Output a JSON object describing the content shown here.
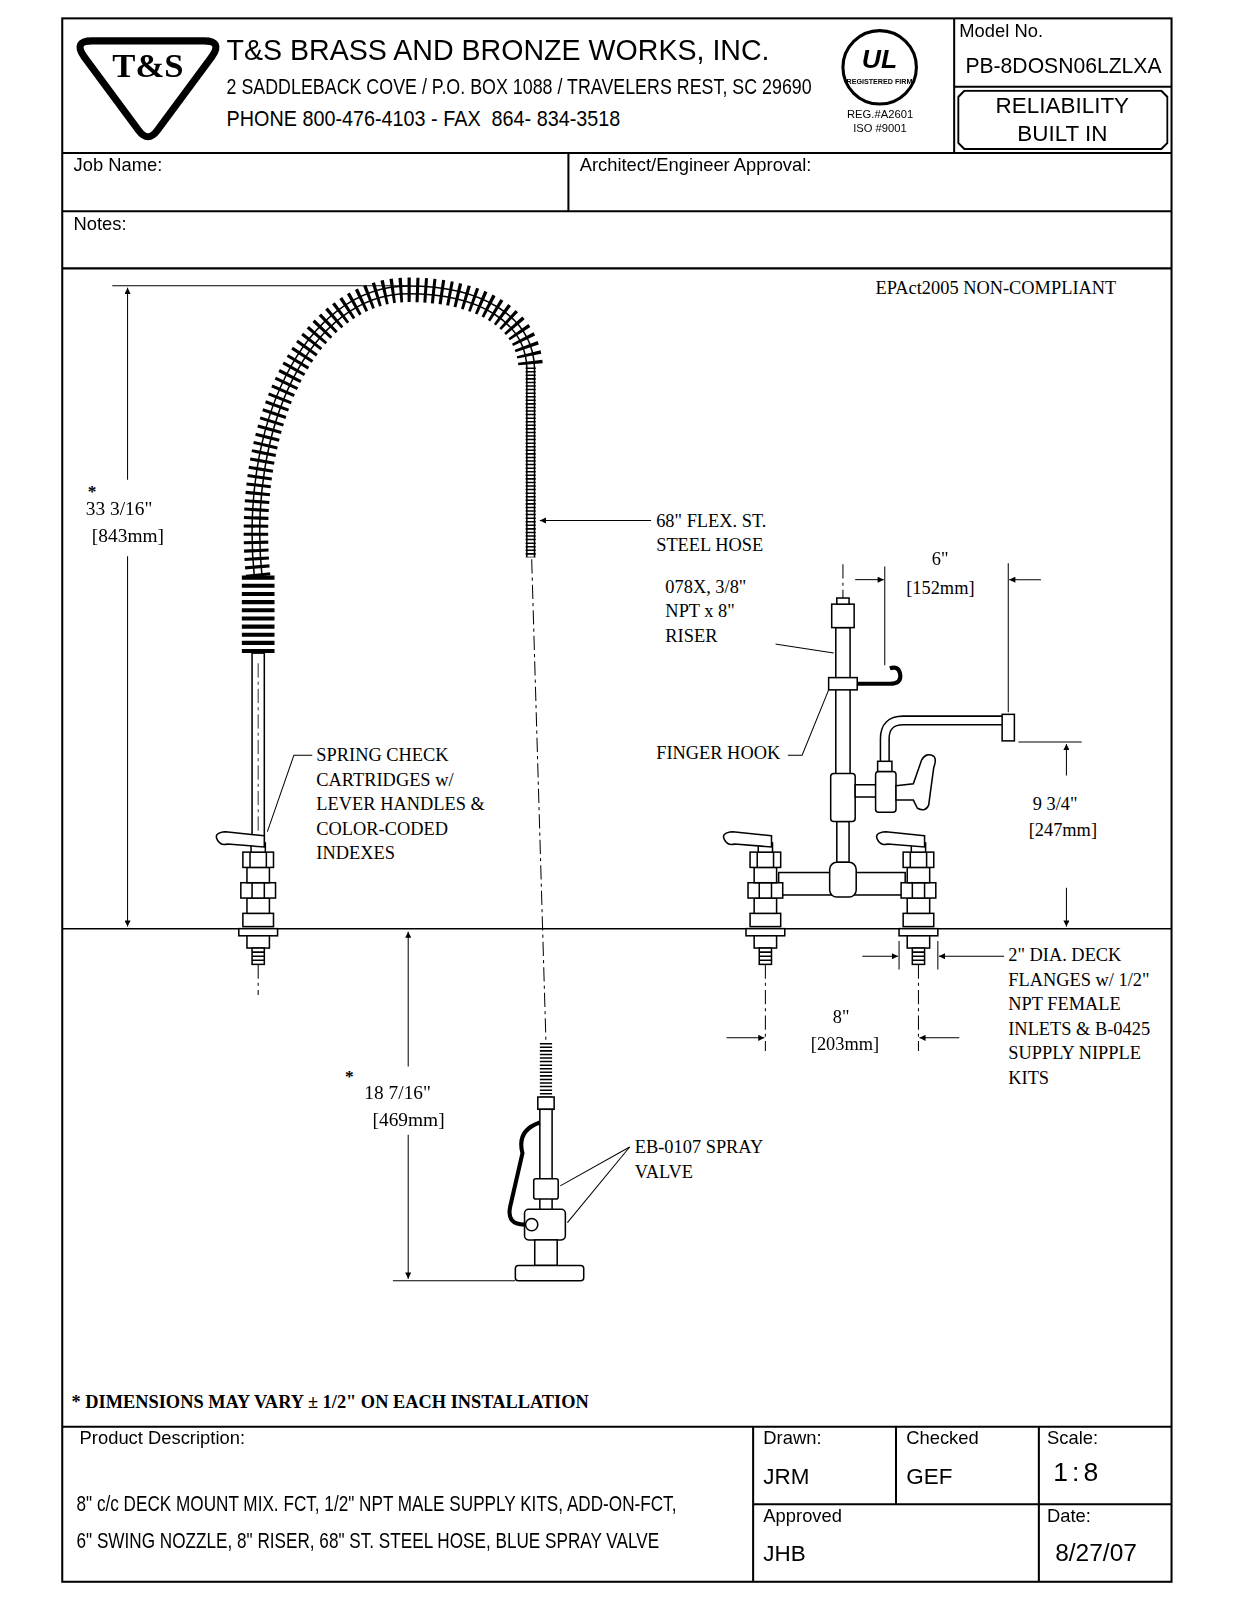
{
  "diagram": {
    "title": "T&S BRASS AND BRONZE WORKS, INC.",
    "nodes": [
      {
        "text": [
          "Model No.",
          "PB-8DOSN06LZLXA"
        ]
      },
      {
        "text": [
          "RELIABILITY BUILT IN"
        ]
      },
      {
        "text": [
          "Job Name:"
        ]
      },
      {
        "text": [
          "Architect/Engineer Approval:"
        ]
      },
      {
        "text": [
          "Notes:"
        ]
      },
      {
        "text": [
          "Product Description:",
          "8\" c/c DECK MOUNT MIX. FCT, 1/2\" NPT MALE SUPPLY KITS, ADD-ON-FCT, 6\" SWING NOZZLE, 8\" RISER, 68\" ST. STEEL HOSE, BLUE SPRAY VALVE"
        ]
      },
      {
        "text": [
          "Drawn:",
          "JRM"
        ]
      },
      {
        "text": [
          "Checked",
          "GEF"
        ]
      },
      {
        "text": [
          "Scale:",
          "1:8"
        ]
      },
      {
        "text": [
          "Approved",
          "JHB"
        ]
      },
      {
        "text": [
          "Date:",
          "8/27/07"
        ]
      }
    ],
    "labels": [
      "T&S",
      "2 SADDLEBACK COVE / P.O. BOX 1088 / TRAVELERS REST, SC 29690",
      "PHONE 800-476-4103 - FAX  864- 834-3518",
      "UL",
      "REGISTERED FIRM",
      "REG.#A2601",
      "ISO #9001",
      "EPAct2005 NON-COMPLIANT",
      "*",
      "33 3/16\"",
      "[843mm]",
      "68\" FLEX. ST. STEEL HOSE",
      "6\"",
      "[152mm]",
      "078X, 3/8\" NPT x 8\" RISER",
      "SPRING CHECK CARTRIDGES w/ LEVER HANDLES & COLOR-CODED INDEXES",
      "FINGER HOOK",
      "9 3/4\"",
      "[247mm]",
      "2\" DIA. DECK FLANGES w/ 1/2\" NPT FEMALE INLETS & B-0425 SUPPLY NIPPLE KITS",
      "8\"",
      "[203mm]",
      "*",
      "18 7/16\"",
      "[469mm]",
      "EB-0107 SPRAY VALVE",
      "* DIMENSIONS MAY VARY ± 1/2\" ON EACH INSTALLATION"
    ]
  }
}
